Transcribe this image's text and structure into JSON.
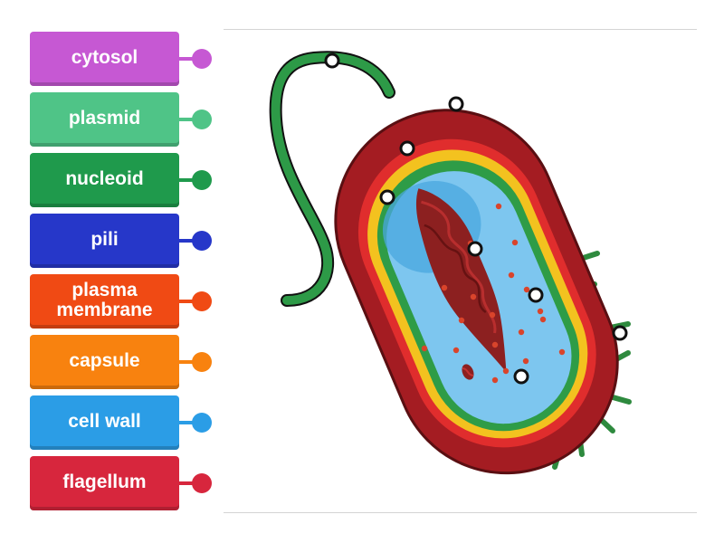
{
  "labels": [
    {
      "text": "cytosol",
      "color": "#c658d3"
    },
    {
      "text": "plasmid",
      "color": "#4fc487"
    },
    {
      "text": "nucleoid",
      "color": "#1f9a4c"
    },
    {
      "text": "pili",
      "color": "#2637c9"
    },
    {
      "text": "plasma membrane",
      "color": "#f04a14"
    },
    {
      "text": "capsule",
      "color": "#f8820f"
    },
    {
      "text": "cell wall",
      "color": "#2b9de6"
    },
    {
      "text": "flagellum",
      "color": "#d7263d"
    }
  ],
  "colors": {
    "capsule": "#a41c22",
    "cell_wall": "#e02d2d",
    "yellow_layer": "#f3c21f",
    "membrane": "#2e9c47",
    "cytosol": "#7dc6ef",
    "cytosol_dark": "#4aa7df",
    "nucleoid": "#8c2020",
    "flagellum": "#2d9a47",
    "ribosome": "#d9442b",
    "pili": "#2e8a3e"
  }
}
